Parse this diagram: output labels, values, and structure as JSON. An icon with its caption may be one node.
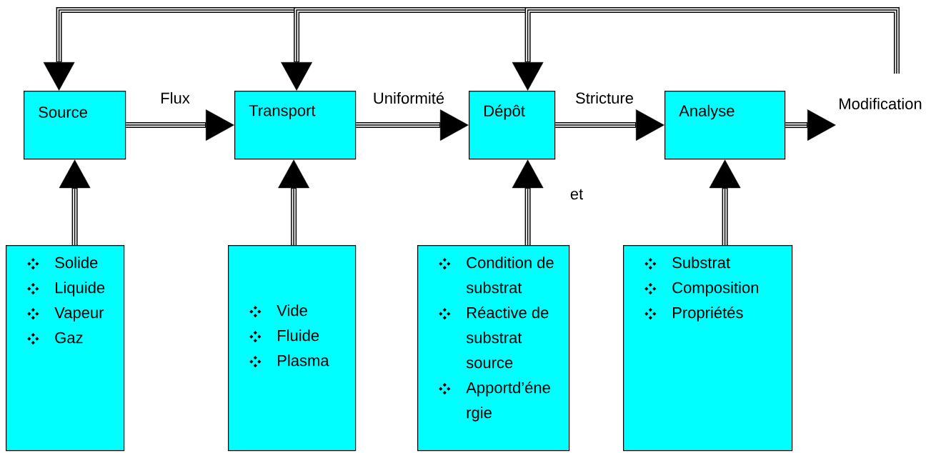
{
  "diagram": {
    "nodes": [
      {
        "text": [
          "Source"
        ]
      },
      {
        "text": [
          "Transport"
        ]
      },
      {
        "text": [
          "Dépôt"
        ]
      },
      {
        "text": [
          "Analyse"
        ]
      },
      {
        "text": [
          "Solide",
          "Liquide",
          "Vapeur",
          "Gaz"
        ]
      },
      {
        "text": [
          "Vide",
          "Fluide",
          "Plasma"
        ]
      },
      {
        "text": [
          "Condition de substrat",
          "Réactive de substrat source",
          "Apportd’éne rgie"
        ]
      },
      {
        "text": [
          "Substrat",
          "Composition",
          "Propriétés"
        ]
      }
    ],
    "edges": [
      {
        "from": 0,
        "to": 1,
        "arrow": "to",
        "label": "Flux"
      },
      {
        "from": 1,
        "to": 2,
        "arrow": "to",
        "label": "Uniformité"
      },
      {
        "from": 2,
        "to": 3,
        "arrow": "to",
        "label": "Stricture"
      },
      {
        "from": 3,
        "to": null,
        "arrow": "to",
        "label": "Modification"
      },
      {
        "from": 4,
        "to": 0,
        "arrow": "to"
      },
      {
        "from": 5,
        "to": 1,
        "arrow": "to"
      },
      {
        "from": 6,
        "to": 2,
        "arrow": "to"
      },
      {
        "from": 7,
        "to": 3,
        "arrow": "to"
      },
      {
        "from": null,
        "to": 0,
        "arrow": "to"
      },
      {
        "from": null,
        "to": 1,
        "arrow": "to"
      },
      {
        "from": null,
        "to": 2,
        "arrow": "to"
      }
    ],
    "labels": [
      "et"
    ]
  }
}
